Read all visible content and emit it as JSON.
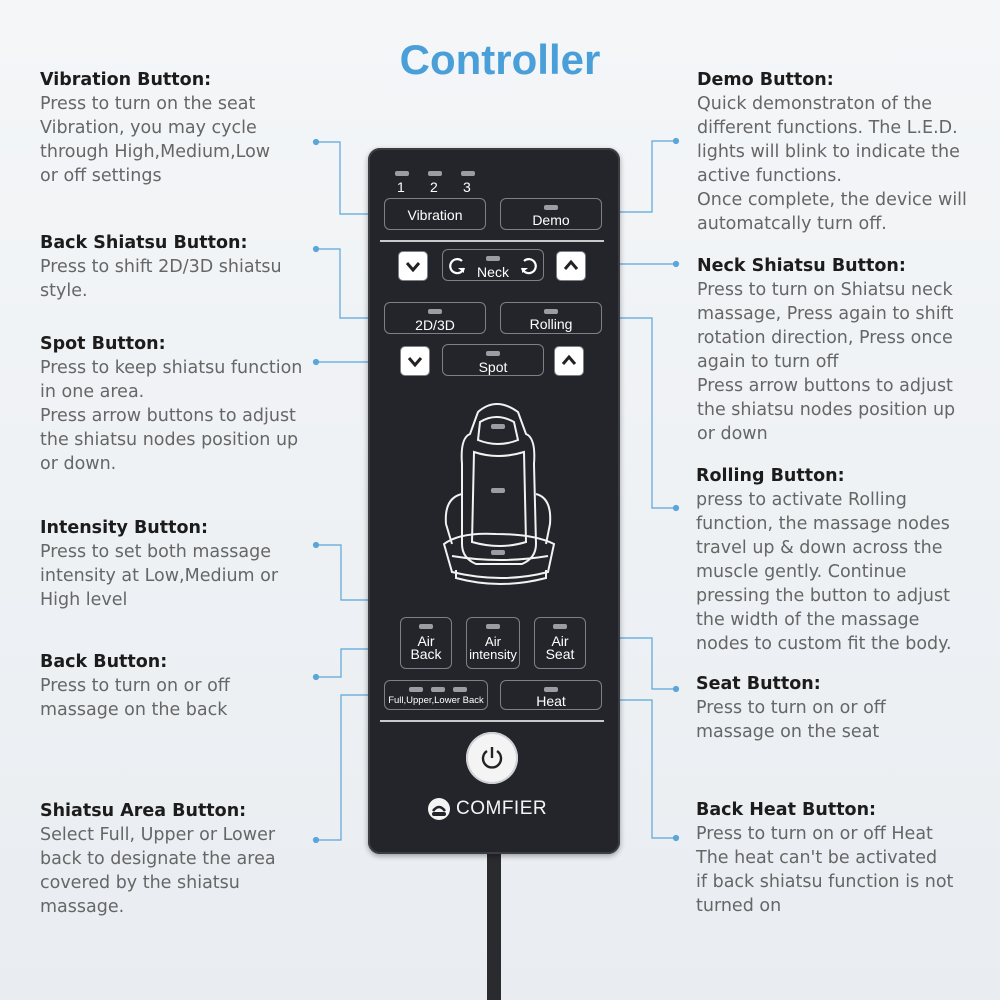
{
  "title": "Controller",
  "descriptions": {
    "vibration": {
      "heading": "Vibration Button:",
      "body": "Press to turn on the seat\nVibration, you may cycle\nthrough High,Medium,Low\nor off settings"
    },
    "back_shiatsu": {
      "heading": "Back Shiatsu Button:",
      "body": "Press to shift 2D/3D shiatsu\nstyle."
    },
    "spot": {
      "heading": "Spot Button:",
      "body": "Press to keep shiatsu function\nin one area.\nPress arrow buttons to adjust\nthe shiatsu nodes position up\nor down."
    },
    "intensity": {
      "heading": "Intensity Button:",
      "body": "Press to set both massage\nintensity at Low,Medium or\nHigh level"
    },
    "back": {
      "heading": "Back Button:",
      "body": "Press to turn on or off\nmassage on the back"
    },
    "shiatsu_area": {
      "heading": "Shiatsu Area Button:",
      "body": "Select Full, Upper or Lower\nback to designate the area\ncovered by the shiatsu\nmassage."
    },
    "demo": {
      "heading": "Demo Button:",
      "body": "Quick demonstraton of the\ndifferent functions. The L.E.D.\nlights will blink to indicate the\nactive functions.\nOnce complete, the device will\nautomatcally turn off."
    },
    "neck_shiatsu": {
      "heading": "Neck Shiatsu Button:",
      "body": "Press to turn on Shiatsu neck\nmassage, Press again to shift\nrotation direction, Press once\nagain to turn off\nPress arrow buttons to adjust\nthe shiatsu nodes position up\nor down"
    },
    "rolling": {
      "heading": "Rolling Button:",
      "body": "press to activate Rolling\nfunction, the massage nodes\ntravel up & down across the\nmuscle gently. Continue\npressing the button to adjust\nthe width of the massage\nnodes to custom fit the body."
    },
    "seat": {
      "heading": "Seat Button:",
      "body": "Press to turn on or off\nmassage on the seat"
    },
    "back_heat": {
      "heading": "Back Heat Button:",
      "body": "Press to turn on or off Heat\nThe heat can't be activated\nif back shiatsu function is not\nturned on"
    }
  },
  "remote": {
    "led_numbers": [
      "1",
      "2",
      "3"
    ],
    "vibration": "Vibration",
    "demo": "Demo",
    "neck": "Neck",
    "mode_2d3d": "2D/3D",
    "rolling": "Rolling",
    "spot": "Spot",
    "air_back": [
      "Air",
      "Back"
    ],
    "air_intensity": [
      "Air",
      "intensity"
    ],
    "air_seat": [
      "Air",
      "Seat"
    ],
    "area": "Full,Upper,Lower Back",
    "heat": "Heat",
    "brand": "COMFIER"
  },
  "colors": {
    "title": "#4a9fd8",
    "leader": "#5aa6d9",
    "remote": "#23252a"
  },
  "icons": [
    "chevron-down-icon",
    "chevron-up-icon",
    "rotate-left-icon",
    "rotate-right-icon",
    "massage-chair-icon",
    "power-icon",
    "comfier-logo-icon"
  ]
}
